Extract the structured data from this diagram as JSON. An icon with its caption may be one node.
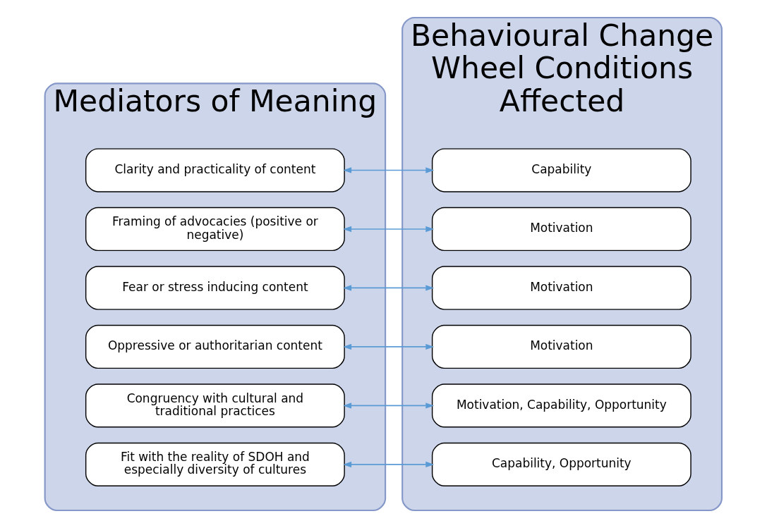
{
  "diagram": {
    "nodes": [
      {
        "text": [
          "Mediators of Meaning"
        ]
      },
      {
        "text": [
          "Clarity and practicality of content"
        ],
        "in": 0
      },
      {
        "text": [
          "Framing of advocacies (positive or negative)"
        ],
        "in": 0
      },
      {
        "text": [
          "Fear or stress inducing content"
        ],
        "in": 0
      },
      {
        "text": [
          "Oppressive or authoritarian content"
        ],
        "in": 0
      },
      {
        "text": [
          "Congruency with cultural and traditional practices"
        ],
        "in": 0
      },
      {
        "text": [
          "Fit with the reality of SDOH and especially diversity of cultures"
        ],
        "in": 0
      },
      {
        "text": [
          "Behavioural Change Wheel Conditions Affected"
        ]
      },
      {
        "text": [
          "Capability"
        ],
        "in": 7
      },
      {
        "text": [
          "Motivation"
        ],
        "in": 7
      },
      {
        "text": [
          "Motivation"
        ],
        "in": 7
      },
      {
        "text": [
          "Motivation"
        ],
        "in": 7
      },
      {
        "text": [
          "Motivation, Capability, Opportunity"
        ],
        "in": 7
      },
      {
        "text": [
          "Capability, Opportunity"
        ],
        "in": 7
      }
    ],
    "edges": [
      {
        "from": 1,
        "to": 8,
        "arrow": "both"
      },
      {
        "from": 2,
        "to": 9,
        "arrow": "both"
      },
      {
        "from": 3,
        "to": 10,
        "arrow": "both"
      },
      {
        "from": 4,
        "to": 11,
        "arrow": "both"
      },
      {
        "from": 5,
        "to": 12,
        "arrow": "both"
      },
      {
        "from": 6,
        "to": 13,
        "arrow": "both"
      }
    ]
  }
}
